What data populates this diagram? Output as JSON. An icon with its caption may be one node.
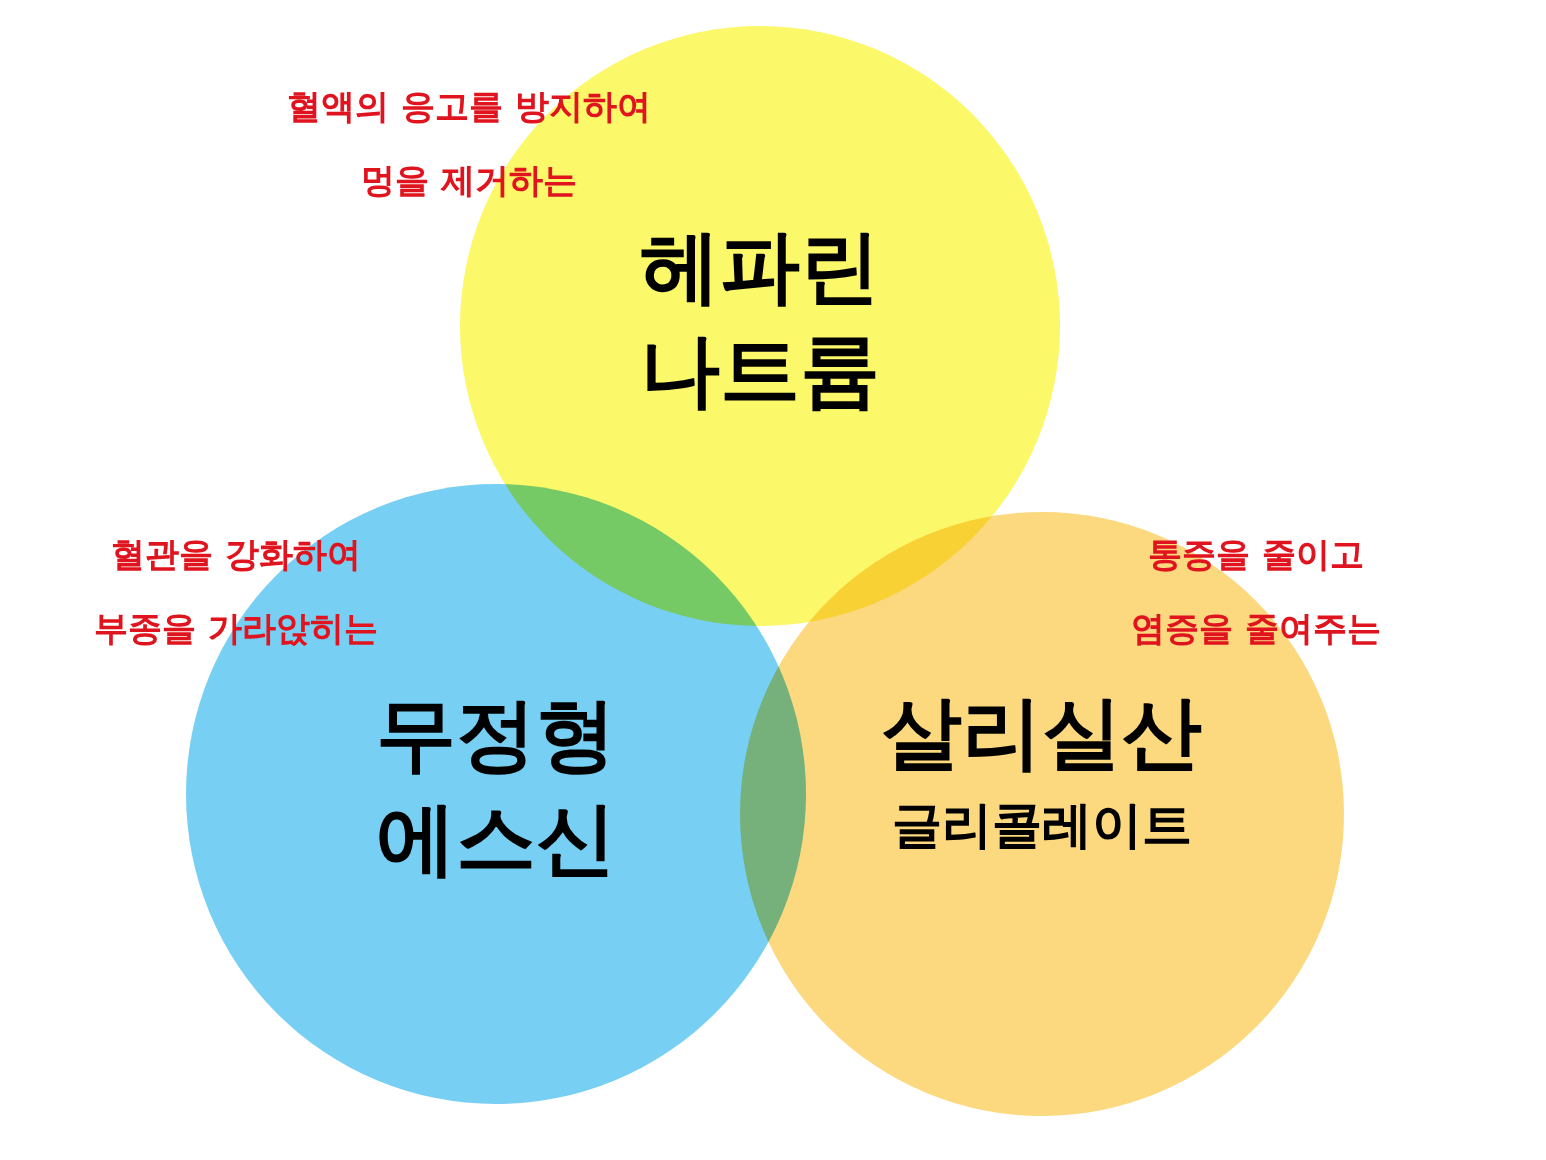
{
  "diagram": {
    "nodes": [
      {
        "text": [
          "헤파린 나트륨"
        ]
      },
      {
        "text": [
          "무정형 에스신"
        ]
      },
      {
        "text": [
          "살리실산",
          "글리콜레이트"
        ]
      }
    ],
    "labels": [
      "혈액의 응고를 방지하여 멍을 제거하는",
      "혈관을 강화하여 부종을 가라앉히는",
      "통증을 줄이고 염증을 줄여주는"
    ]
  }
}
